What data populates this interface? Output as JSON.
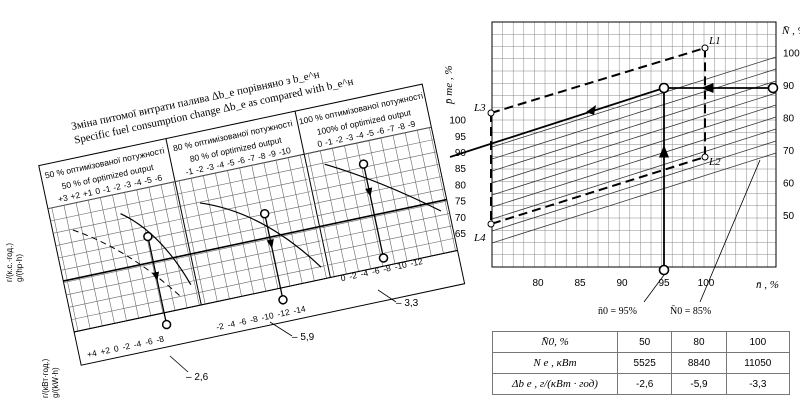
{
  "left_chart": {
    "title_uk": "Зміна питомої витрати палива Δb_e порівняно з b_e^н",
    "title_en": "Specific fuel consumption change Δb_e as compared with b_e^н",
    "sections": [
      {
        "header_uk": "50 % оптимізованої потужності",
        "header_en": "50 % of optimized output",
        "scale": [
          "+3",
          "+2",
          "+1",
          "0",
          "-1",
          "-2",
          "-3",
          "-4",
          "-5",
          "-6"
        ]
      },
      {
        "header_uk": "80 % оптимізованої потужності",
        "header_en": "80 % of optimized output",
        "scale": [
          "-1",
          "-2",
          "-3",
          "-4",
          "-5",
          "-6",
          "-7",
          "-8",
          "-9",
          "-10"
        ]
      },
      {
        "header_uk": "100 % оптимізованої потужності",
        "header_en": "100% of optimized output",
        "scale": [
          "0",
          "-1",
          "-2",
          "-3",
          "-4",
          "-5",
          "-6",
          "-7",
          "-8",
          "-9"
        ]
      }
    ],
    "axis_top_unit_uk": "г/(к.с.·год.)",
    "axis_top_unit_en": "g/(hp·h)",
    "axis_bottom_unit_uk": "г/(кВт·год.)",
    "axis_bottom_unit_en": "g/(kW·h)",
    "bottom_scales": [
      [
        "+4",
        "+2",
        "0",
        "-2",
        "-4",
        "-6",
        "-8"
      ],
      [
        "-2",
        "-4",
        "-6",
        "-8",
        "-10",
        "-12",
        "-14"
      ],
      [
        "0",
        "-2",
        "-4",
        "-6",
        "-8",
        "-10",
        "-12"
      ]
    ],
    "callouts": [
      "– 2,6",
      "– 5,9",
      "– 3,3"
    ]
  },
  "right_chart": {
    "y_label": "N̄ , %",
    "x_label": "n̄ , %",
    "pme_label": "p̄ me , %",
    "x_ticks": [
      "80",
      "85",
      "90",
      "95",
      "100"
    ],
    "y_ticks": [
      "50",
      "60",
      "70",
      "80",
      "90",
      "100"
    ],
    "pme_ticks": [
      "65",
      "70",
      "75",
      "80",
      "85",
      "90",
      "95",
      "100"
    ],
    "points": [
      "L1",
      "L2",
      "L3",
      "L4"
    ],
    "n0_note": "n̄0 = 95%",
    "N0_note": "N̄0 = 85%"
  },
  "table": {
    "headers": [
      "N̄0, %",
      "50",
      "80",
      "100"
    ],
    "rows": [
      [
        "N e , кВт",
        "5525",
        "8840",
        "11050"
      ],
      [
        "Δb e , г/(кВт · год)",
        "-2,6",
        "-5,9",
        "-3,3"
      ]
    ]
  },
  "colors": {
    "ink": "#000000",
    "grid": "#555555"
  }
}
